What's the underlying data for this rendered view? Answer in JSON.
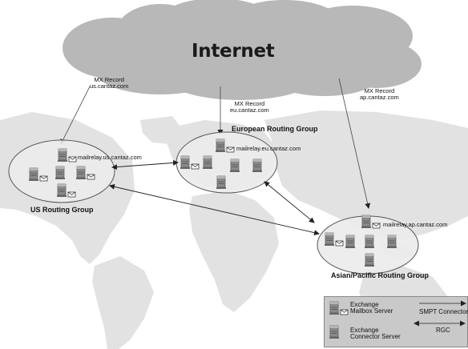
{
  "internet_label": "Internet",
  "mx_records": [
    {
      "line1": "MX Record",
      "line2": "us.cantaz.com"
    },
    {
      "line1": "MX Record",
      "line2": "eu.cantaz.com"
    },
    {
      "line1": "MX Record",
      "line2": "ap.cantaz.com"
    }
  ],
  "groups": {
    "us": {
      "name": "US Routing Group",
      "relay": "mailrelay.us.cantaz.com"
    },
    "eu": {
      "name": "European Routing Group",
      "relay": "mailrelay.eu.cantaz.com"
    },
    "ap": {
      "name": "Asian/Pacific Routing Group",
      "relay": "mailrelay.ap.cantaz.com"
    }
  },
  "legend": {
    "mailbox_line1": "Exchange",
    "mailbox_line2": "Mailbox Server",
    "connector_line1": "Exchange",
    "connector_line2": "Connector Server",
    "smtp_label": "SMPT Connector",
    "rgc_label": "RGC"
  },
  "colors": {
    "cloud": "#b8b8b8",
    "map": "#e2e2e2",
    "server": "#8a8a8a",
    "ellipse_fill": "#ececec"
  }
}
